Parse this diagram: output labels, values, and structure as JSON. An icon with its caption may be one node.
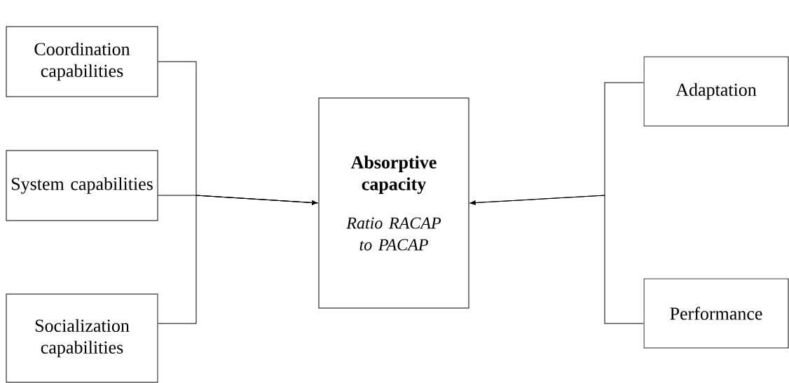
{
  "diagram": {
    "nodes": [
      {
        "text": [
          "Coordination capabilities"
        ]
      },
      {
        "text": [
          "System capabilities"
        ]
      },
      {
        "text": [
          "Socialization capabilities"
        ]
      },
      {
        "text": [
          "Absorptive capacity",
          "Ratio RACAP to PACAP"
        ]
      },
      {
        "text": [
          "Adaptation"
        ]
      },
      {
        "text": [
          "Performance"
        ]
      }
    ],
    "edges": [
      {
        "from": 0,
        "to": 3,
        "arrow": "to"
      },
      {
        "from": 1,
        "to": 3,
        "arrow": "to"
      },
      {
        "from": 2,
        "to": 3,
        "arrow": "to"
      },
      {
        "from": 4,
        "to": 3,
        "arrow": "to"
      },
      {
        "from": 5,
        "to": 3,
        "arrow": "to"
      }
    ]
  }
}
